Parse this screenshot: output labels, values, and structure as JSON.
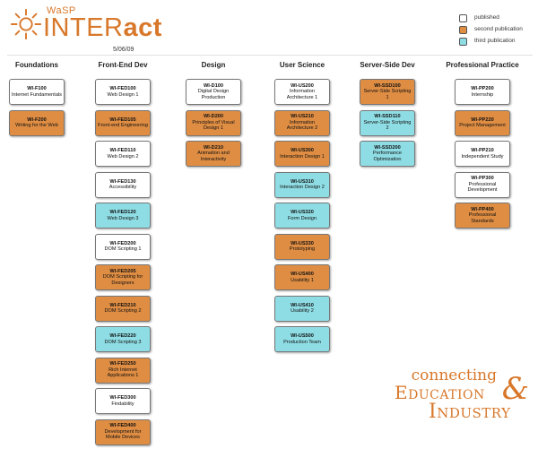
{
  "logo": {
    "small": "WaSP",
    "main_light": "INTER",
    "main_bold": "act",
    "date": "5/06/09"
  },
  "legend": [
    {
      "label": "published",
      "status": "published",
      "color": "#ffffff"
    },
    {
      "label": "second publication",
      "status": "second",
      "color": "#df8d43"
    },
    {
      "label": "third publication",
      "status": "third",
      "color": "#8fdde4"
    }
  ],
  "columns": [
    {
      "heading": "Foundations",
      "courses": [
        {
          "code": "WI-F100",
          "title": "Internet Fundamentals",
          "status": "published"
        },
        {
          "code": "WI-F200",
          "title": "Writing for the Web",
          "status": "second"
        }
      ]
    },
    {
      "heading": "Front-End Dev",
      "courses": [
        {
          "code": "WI-FED100",
          "title": "Web Design 1",
          "status": "published"
        },
        {
          "code": "WI-FED105",
          "title": "Front-end Engineering",
          "status": "second"
        },
        {
          "code": "WI-FED110",
          "title": "Web Design 2",
          "status": "published"
        },
        {
          "code": "WI-FED130",
          "title": "Accessibility",
          "status": "published"
        },
        {
          "code": "WI-FED120",
          "title": "Web Design 3",
          "status": "third"
        },
        {
          "code": "WI-FED200",
          "title": "DOM Scripting 1",
          "status": "published"
        },
        {
          "code": "WI-FED205",
          "title": "DOM Scripting for Designers",
          "status": "second"
        },
        {
          "code": "WI-FED210",
          "title": "DOM Scripting 2",
          "status": "second"
        },
        {
          "code": "WI-FED220",
          "title": "DOM Scripting 3",
          "status": "third"
        },
        {
          "code": "WI-FED250",
          "title": "Rich Internet Applications 1",
          "status": "second"
        },
        {
          "code": "WI-FED300",
          "title": "Findability",
          "status": "published"
        },
        {
          "code": "WI-FED400",
          "title": "Development for Mobile Devices",
          "status": "second"
        }
      ]
    },
    {
      "heading": "Design",
      "courses": [
        {
          "code": "WI-D100",
          "title": "Digital Design Production",
          "status": "published"
        },
        {
          "code": "WI-D200",
          "title": "Principles of Visual Design 1",
          "status": "second"
        },
        {
          "code": "WI-D210",
          "title": "Animation and Interactivity",
          "status": "second"
        }
      ]
    },
    {
      "heading": "User Science",
      "courses": [
        {
          "code": "WI-US200",
          "title": "Information Architecture 1",
          "status": "published"
        },
        {
          "code": "WI-US210",
          "title": "Information Architecture 2",
          "status": "second"
        },
        {
          "code": "WI-US300",
          "title": "Interaction Design 1",
          "status": "second"
        },
        {
          "code": "WI-US310",
          "title": "Interaction Design 2",
          "status": "third"
        },
        {
          "code": "WI-US320",
          "title": "Form Design",
          "status": "third"
        },
        {
          "code": "WI-US330",
          "title": "Prototyping",
          "status": "second"
        },
        {
          "code": "WI-US400",
          "title": "Usability 1",
          "status": "second"
        },
        {
          "code": "WI-US410",
          "title": "Usability 2",
          "status": "third"
        },
        {
          "code": "WI-US500",
          "title": "Production Team",
          "status": "third"
        }
      ]
    },
    {
      "heading": "Server-Side Dev",
      "courses": [
        {
          "code": "WI-SSD100",
          "title": "Server-Side Scripting 1",
          "status": "second"
        },
        {
          "code": "WI-SSD110",
          "title": "Server-Side Scripting 2",
          "status": "third"
        },
        {
          "code": "WI-SSD200",
          "title": "Performance Optimization",
          "status": "third"
        }
      ]
    },
    {
      "heading": "Professional Practice",
      "courses": [
        {
          "code": "WI-PP200",
          "title": "Internship",
          "status": "published"
        },
        {
          "code": "WI-PP220",
          "title": "Project Management",
          "status": "second"
        },
        {
          "code": "WI-PP210",
          "title": "Independent Study",
          "status": "published"
        },
        {
          "code": "WI-PP300",
          "title": "Professional Development",
          "status": "published"
        },
        {
          "code": "WI-PP400",
          "title": "Professional Standards",
          "status": "second"
        }
      ]
    }
  ],
  "tagline": {
    "line1": "connecting",
    "line2": "Education",
    "amp": "&",
    "line3": "Industry"
  }
}
